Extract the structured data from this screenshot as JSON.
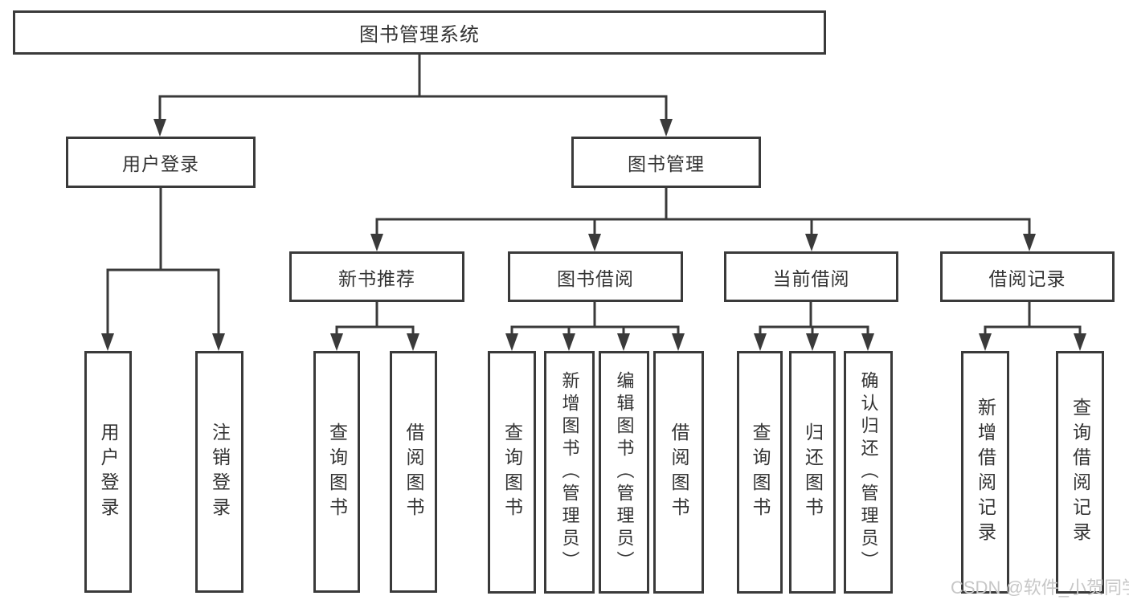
{
  "diagram_type": "hierarchy-tree",
  "colors": {
    "line": "#3a3a3a",
    "box_border": "#3a3a3a",
    "text": "#333333",
    "background": "#ffffff",
    "watermark": "#c7c7c7"
  },
  "tree": {
    "label": "图书管理系统",
    "children": [
      {
        "label": "用户登录",
        "children": [
          {
            "label": "用户登录"
          },
          {
            "label": "注销登录"
          }
        ]
      },
      {
        "label": "图书管理",
        "children": [
          {
            "label": "新书推荐",
            "children": [
              {
                "label": "查询图书"
              },
              {
                "label": "借阅图书"
              }
            ]
          },
          {
            "label": "图书借阅",
            "children": [
              {
                "label": "查询图书"
              },
              {
                "label": "新增图书（管理员）"
              },
              {
                "label": "编辑图书（管理员）"
              },
              {
                "label": "借阅图书"
              }
            ]
          },
          {
            "label": "当前借阅",
            "children": [
              {
                "label": "查询图书"
              },
              {
                "label": "归还图书"
              },
              {
                "label": "确认归还（管理员）"
              }
            ]
          },
          {
            "label": "借阅记录",
            "children": [
              {
                "label": "新增借阅记录"
              },
              {
                "label": "查询借阅记录"
              }
            ]
          }
        ]
      }
    ]
  },
  "watermark": {
    "text": "CSDN @软件_小贺同学"
  }
}
